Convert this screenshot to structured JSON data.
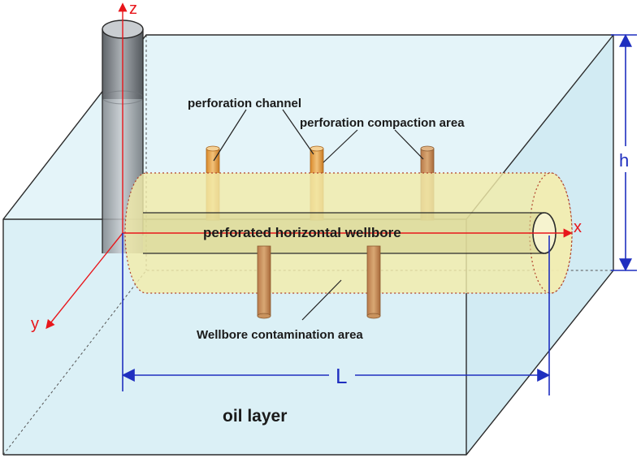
{
  "labels": {
    "perforation_channel": "perforation channel",
    "perforation_compaction_area": "perforation compaction area",
    "perforated_horizontal_wellbore": "perforated horizontal wellbore",
    "wellbore_contamination_area": "Wellbore contamination area",
    "oil_layer": "oil layer"
  },
  "axes": {
    "x": "x",
    "y": "y",
    "z": "z"
  },
  "dimensions": {
    "length": "L",
    "height": "h"
  },
  "colors": {
    "oil_layer_fill": "#dcf0f6",
    "contamination_fill": "#f1eca8",
    "contamination_stroke": "#b0402a",
    "perforation": "#e8a447",
    "axis": "#e8161b",
    "dimension": "#1f2fbf",
    "vertical_well": "#9aa0a6"
  }
}
